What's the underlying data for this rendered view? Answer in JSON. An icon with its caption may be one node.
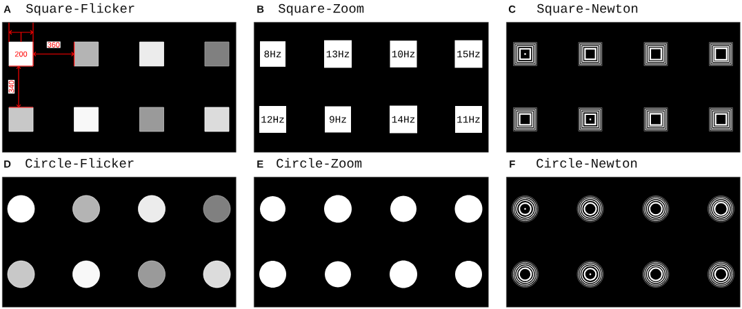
{
  "diagram": {
    "nodes": [
      {
        "text": [
          "A",
          "Square-Flicker"
        ]
      },
      {
        "text": [],
        "shape": "box",
        "in": 0
      },
      {
        "text": [],
        "shape": "box",
        "in": 0
      },
      {
        "text": [],
        "shape": "box",
        "in": 0
      },
      {
        "text": [],
        "shape": "box",
        "in": 0
      },
      {
        "text": [],
        "shape": "box",
        "in": 0
      },
      {
        "text": [],
        "shape": "box",
        "in": 0
      },
      {
        "text": [],
        "shape": "box",
        "in": 0
      },
      {
        "text": [],
        "shape": "box",
        "in": 0
      },
      {
        "text": [
          "B",
          "Square-Zoom"
        ]
      },
      {
        "text": [
          "8Hz"
        ],
        "in": 9
      },
      {
        "text": [
          "13Hz"
        ],
        "in": 9
      },
      {
        "text": [
          "10Hz"
        ],
        "in": 9
      },
      {
        "text": [
          "15Hz"
        ],
        "in": 9
      },
      {
        "text": [
          "12Hz"
        ],
        "in": 9
      },
      {
        "text": [
          "9Hz"
        ],
        "in": 9
      },
      {
        "text": [
          "14Hz"
        ],
        "in": 9
      },
      {
        "text": [
          "11Hz"
        ],
        "in": 9
      },
      {
        "text": [
          "C",
          "Square-Newton"
        ]
      },
      {
        "text": [],
        "shape": "box",
        "in": 18
      },
      {
        "text": [],
        "shape": "box",
        "in": 18
      },
      {
        "text": [],
        "shape": "box",
        "in": 18
      },
      {
        "text": [],
        "shape": "box",
        "in": 18
      },
      {
        "text": [],
        "shape": "box",
        "in": 18
      },
      {
        "text": [],
        "shape": "box",
        "in": 18
      },
      {
        "text": [],
        "shape": "box",
        "in": 18
      },
      {
        "text": [],
        "shape": "box",
        "in": 18
      },
      {
        "text": [
          "D",
          "Circle-Flicker"
        ]
      },
      {
        "text": [],
        "shape": "circle",
        "in": 27
      },
      {
        "text": [],
        "shape": "circle",
        "in": 27
      },
      {
        "text": [],
        "shape": "circle",
        "in": 27
      },
      {
        "text": [],
        "shape": "circle",
        "in": 27
      },
      {
        "text": [],
        "shape": "circle",
        "in": 27
      },
      {
        "text": [],
        "shape": "circle",
        "in": 27
      },
      {
        "text": [],
        "shape": "circle",
        "in": 27
      },
      {
        "text": [],
        "shape": "circle",
        "in": 27
      },
      {
        "text": [
          "E",
          "Circle-Zoom"
        ]
      },
      {
        "text": [],
        "shape": "circle",
        "in": 36
      },
      {
        "text": [],
        "shape": "circle",
        "in": 36
      },
      {
        "text": [],
        "shape": "circle",
        "in": 36
      },
      {
        "text": [],
        "shape": "circle",
        "in": 36
      },
      {
        "text": [],
        "shape": "circle",
        "in": 36
      },
      {
        "text": [],
        "shape": "circle",
        "in": 36
      },
      {
        "text": [],
        "shape": "circle",
        "in": 36
      },
      {
        "text": [],
        "shape": "circle",
        "in": 36
      },
      {
        "text": [
          "F",
          "Circle-Newton"
        ]
      },
      {
        "text": [],
        "shape": "circle",
        "in": 45
      },
      {
        "text": [],
        "shape": "circle",
        "in": 45
      },
      {
        "text": [],
        "shape": "circle",
        "in": 45
      },
      {
        "text": [],
        "shape": "circle",
        "in": 45
      },
      {
        "text": [],
        "shape": "circle",
        "in": 45
      },
      {
        "text": [],
        "shape": "circle",
        "in": 45
      },
      {
        "text": [],
        "shape": "circle",
        "in": 45
      },
      {
        "text": [],
        "shape": "circle",
        "in": 45
      }
    ],
    "labels": [
      "200",
      "360",
      "340"
    ]
  }
}
